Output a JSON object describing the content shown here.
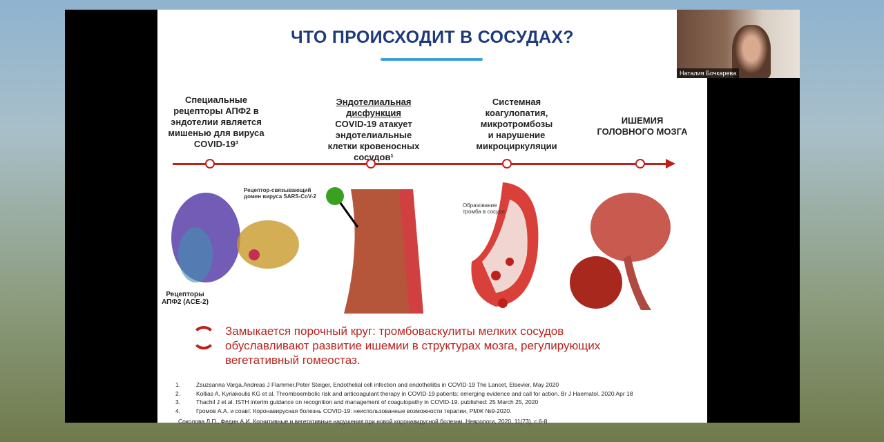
{
  "slide": {
    "title": "ЧТО ПРОИСХОДИТ В СОСУДАХ?",
    "columns": [
      {
        "lines": [
          "Специальные",
          "рецепторы АПФ2 в",
          "эндотелии является",
          "мишенью для вируса",
          "COVID-19³"
        ]
      },
      {
        "heading": [
          "Эндотелиальная",
          "дисфункция"
        ],
        "lines": [
          "COVID-19 атакует",
          "эндотелиальные",
          "клетки кровеносных",
          "сосудов¹"
        ]
      },
      {
        "lines": [
          "Системная",
          "коагулопатия,",
          "микротромбозы",
          "и нарушение",
          "микроциркуляции"
        ]
      },
      {
        "lines": [
          "ИШЕМИЯ",
          "ГОЛОВНОГО МОЗГА"
        ]
      }
    ],
    "image_labels": {
      "receptor_domain": "Рецептор-связывающий домен вируса SARS-CoV-2",
      "ace2": "Рецепторы АПФ2 (ACE-2)",
      "thrombus": "Образование тромба в сосуде"
    },
    "vicious_circle": [
      "Замыкается порочный круг: тромбоваскулиты мелких сосудов",
      "обуславливают развитие ишемии в структурах мозга, регулирующих",
      "вегетативный гомеостаз."
    ],
    "references": [
      {
        "n": "1.",
        "text": "Zsuzsanna Varga,Andreas J Flammer,Peter Steiger, Endothelial cell infection and endotheliitis in COVID-19 The Lancet, Elsevier, May 2020"
      },
      {
        "n": "2.",
        "text": "Kollias A, Kyriakoulis KG et al. Thromboembolic risk and anticoagulant therapy in COVID-19 patients: emerging evidence and call for action. Br J Haematol. 2020 Apr 18"
      },
      {
        "n": "3.",
        "text": "Thachil J et al. ISTH interim guidance on recognition and management of coagulopathy in COVID-19. published: 25 March 25, 2020"
      },
      {
        "n": "4.",
        "text": "Громов А.А. и соавт. Коронавирусная болезнь COVID-19: неиспользованные возможности терапии, РМЖ №9-2020."
      }
    ],
    "source": "Соколова Л.П., Федин А.И.  Когнитивные и вегетативные нарушения при новой коронавирусной болезни. Неврологи, 2020, 11(73), с.6-8"
  },
  "webcam": {
    "name": "Наталия Бочкарева"
  },
  "colors": {
    "title": "#1f3a7a",
    "accent": "#c0201c",
    "underline": "#3ba0dd"
  }
}
